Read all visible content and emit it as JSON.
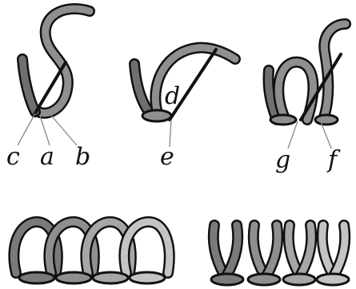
{
  "labels": {
    "c": "c",
    "a": "a",
    "b": "b",
    "d": "d",
    "e": "e",
    "g": "g",
    "f": "f"
  },
  "colors": {
    "dark_fill": "#6f6f6f",
    "mid_fill": "#8f8f8f",
    "light_fill": "#bdbdbd",
    "outline": "#111111",
    "leader_line": "#888888",
    "background": "#ffffff"
  }
}
